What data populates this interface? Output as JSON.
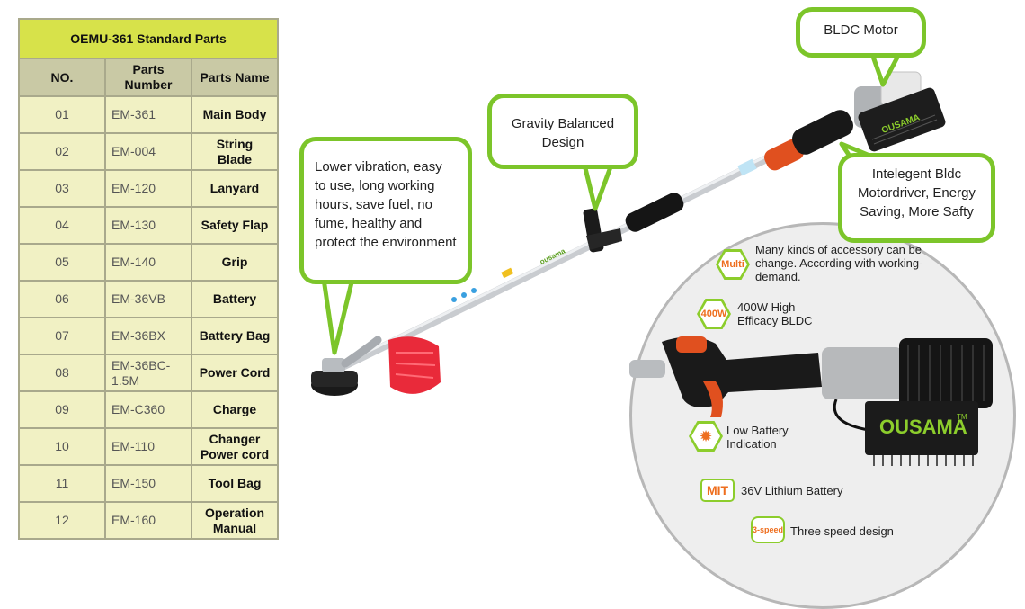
{
  "table": {
    "title": "OEMU-361 Standard Parts",
    "headers": {
      "no": "NO.",
      "parts_number": "Parts Number",
      "parts_name": "Parts Name"
    },
    "rows": [
      {
        "no": "01",
        "number": "EM-361",
        "name": "Main Body"
      },
      {
        "no": "02",
        "number": "EM-004",
        "name": "String Blade"
      },
      {
        "no": "03",
        "number": "EM-120",
        "name": "Lanyard"
      },
      {
        "no": "04",
        "number": "EM-130",
        "name": "Safety Flap"
      },
      {
        "no": "05",
        "number": "EM-140",
        "name": "Grip"
      },
      {
        "no": "06",
        "number": "EM-36VB",
        "name": "Battery"
      },
      {
        "no": "07",
        "number": "EM-36BX",
        "name": "Battery Bag"
      },
      {
        "no": "08",
        "number": "EM-36BC-1.5M",
        "name": "Power Cord"
      },
      {
        "no": "09",
        "number": "EM-C360",
        "name": "Charge"
      },
      {
        "no": "10",
        "number": "EM-110",
        "name": "Changer Power cord"
      },
      {
        "no": "11",
        "number": "EM-150",
        "name": "Tool Bag"
      },
      {
        "no": "12",
        "number": "EM-160",
        "name": "Operation Manual"
      }
    ]
  },
  "callouts": {
    "lower_vibration": "Lower vibration, easy to use, long working hours, save fuel, no fume, healthy and protect the environment",
    "gravity": "Gravity Balanced Design",
    "bldc_motor": "BLDC Motor",
    "motordriver": "Intelegent Bldc Motordriver, Energy Saving, More Safty"
  },
  "features": {
    "multi": {
      "badge": "Multi",
      "text": "Many kinds of accessory can be change. According with working-demand."
    },
    "power": {
      "badge": "400W",
      "text": "400W High Efficacy BLDC"
    },
    "battery_indication": {
      "text": "Low Battery Indication"
    },
    "lithium": {
      "badge": "MIT",
      "text": "36V Lithium Battery"
    },
    "speed": {
      "badge": "3-speed",
      "text": "Three speed design"
    }
  },
  "brand": {
    "name": "OUSAMA",
    "tm": "TM"
  },
  "colors": {
    "accent_green": "#7cc52a",
    "table_title_bg": "#d7e24a",
    "badge_orange": "#ee6e1e",
    "row_bg": "#f1f1c4",
    "header_bg": "#c9c9a5"
  },
  "icons": {
    "battery_indication": "sun-burst-icon"
  }
}
